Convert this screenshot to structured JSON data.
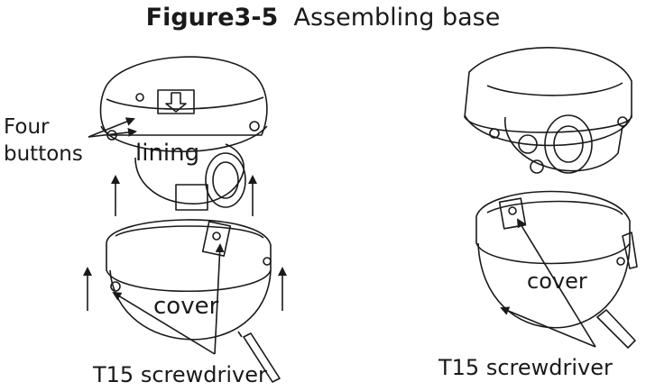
{
  "title": {
    "figure": "Figure3-5",
    "caption": "Assembling base"
  },
  "left_panel": {
    "label_four": "Four",
    "label_buttons": "buttons",
    "label_lining": "lining",
    "label_cover": "cover",
    "label_tool": "T15 screwdriver"
  },
  "right_panel": {
    "label_cover": "cover",
    "label_tool": "T15 screwdriver"
  },
  "colors": {
    "line": "#1a1a1a",
    "background": "#ffffff"
  }
}
